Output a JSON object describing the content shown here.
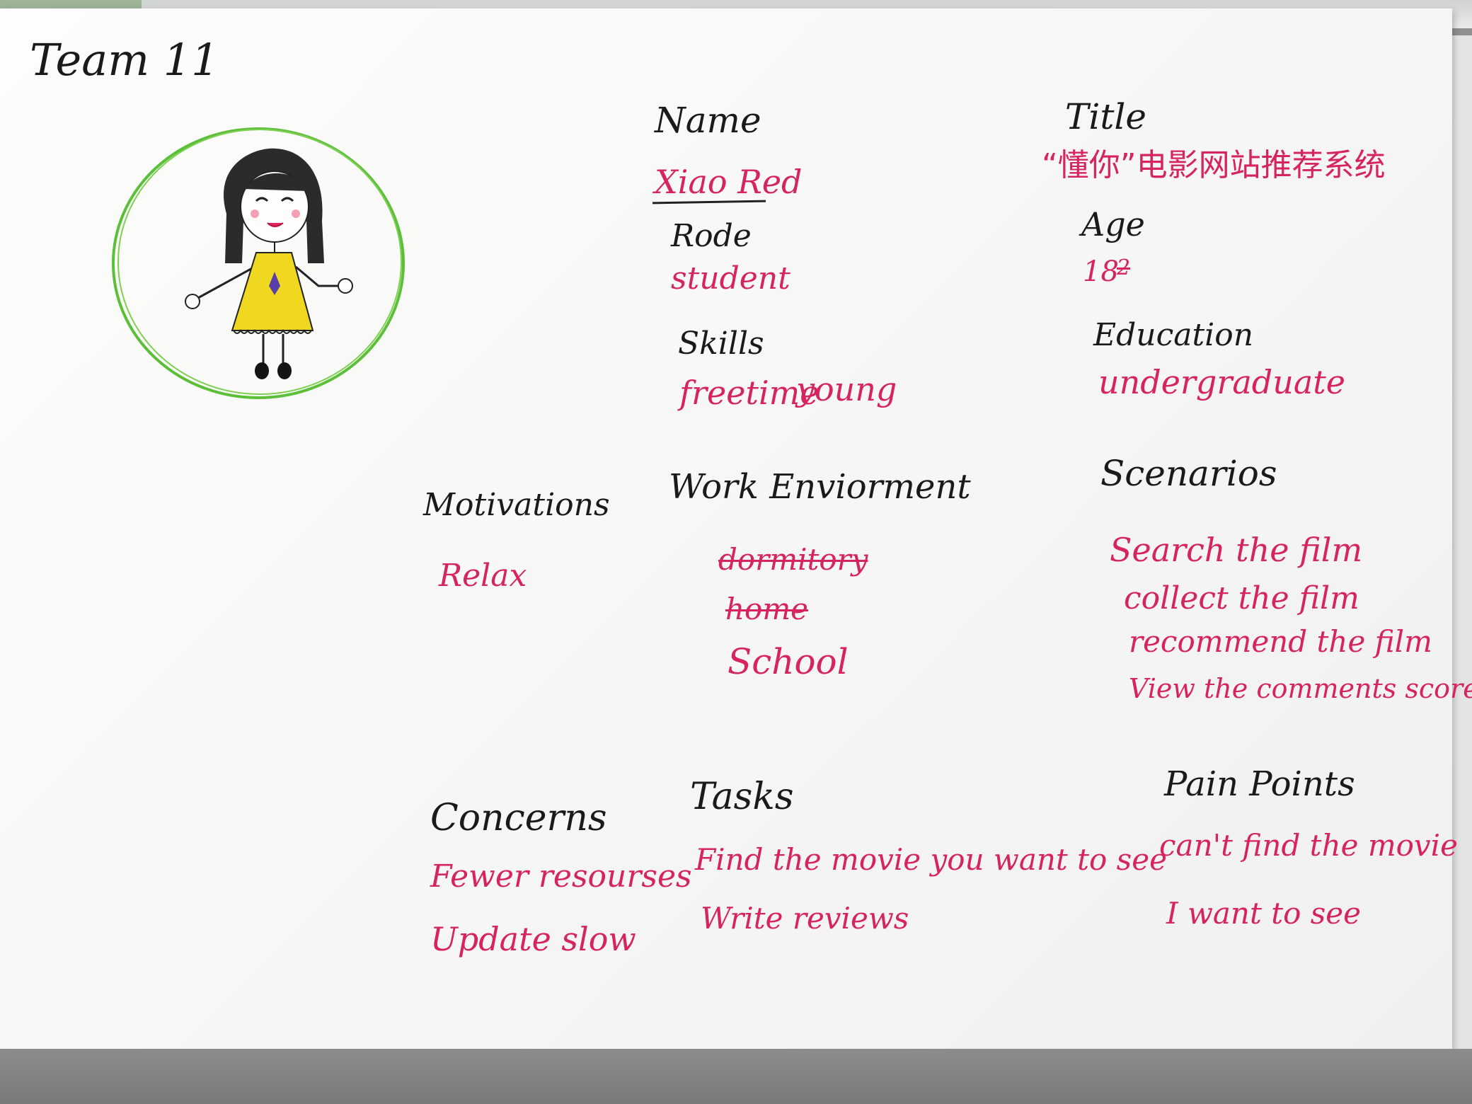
{
  "team_label": "Team 11",
  "name": {
    "label": "Name",
    "value": "Xiao Red"
  },
  "role": {
    "label": "Rode",
    "value": "student"
  },
  "skills": {
    "label": "Skills",
    "values": [
      "freetime",
      "young"
    ]
  },
  "title": {
    "label": "Title",
    "value": "“懂你”电影网站推荐系统"
  },
  "age": {
    "label": "Age",
    "value": "18",
    "struck": "2"
  },
  "education": {
    "label": "Education",
    "value": "undergraduate"
  },
  "motivations": {
    "label": "Motivations",
    "items": [
      "Relax"
    ]
  },
  "work_environment": {
    "label": "Work Enviorment",
    "struck_items": [
      "dormitory",
      "home"
    ],
    "items": [
      "School"
    ]
  },
  "scenarios": {
    "label": "Scenarios",
    "items": [
      "Search the film",
      "collect the film",
      "recommend the film",
      "View the comments score"
    ]
  },
  "concerns": {
    "label": "Concerns",
    "items": [
      "Fewer resourses",
      "Update slow"
    ]
  },
  "tasks": {
    "label": "Tasks",
    "items": [
      "Find the movie you want to see",
      "Write reviews"
    ]
  },
  "pain_points": {
    "label": "Pain Points",
    "items": [
      "can't find the movie",
      "I want to see"
    ]
  },
  "colors": {
    "ink_black": "#1a1a1a",
    "ink_red": "#d6245f",
    "circle_green": "#5cbf3a",
    "dress_yellow": "#f0d820"
  }
}
